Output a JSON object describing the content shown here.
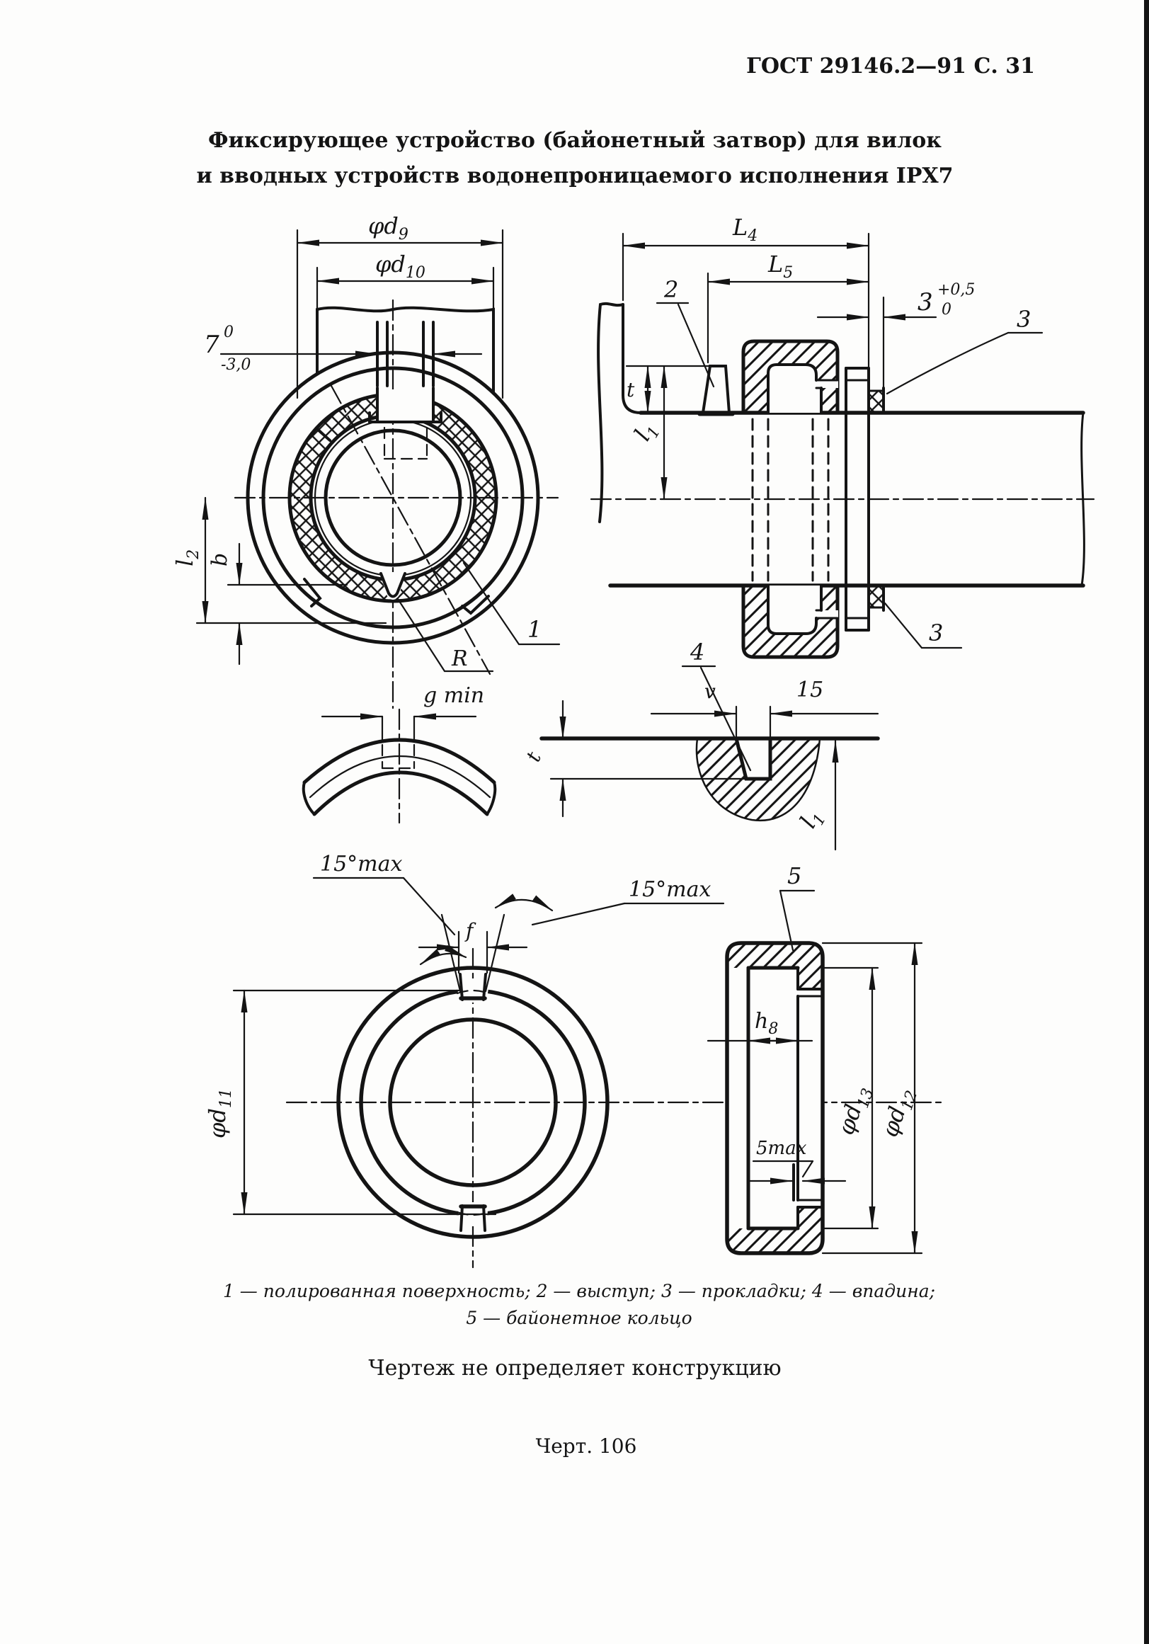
{
  "page": {
    "header": "ГОСТ 29146.2—91   С. 31",
    "title_line1": "Фиксирующее устройство (байонетный затвор) для вилок",
    "title_line2": "и вводных устройств водонепроницаемого исполнения IPX7",
    "note": "Чертеж не определяет конструкцию",
    "figure": "Черт. 106"
  },
  "legend": {
    "line1": "1 — полированная поверхность; 2 — выступ; 3 — прокладки; 4 — впадина;",
    "line2": "5 — байонетное кольцо"
  },
  "leftview": {
    "d9_base": "φd",
    "d9_sub": "9",
    "d10_base": "φd",
    "d10_sub": "10",
    "tol7_base": "7",
    "tol7_sup": "0",
    "tol7_sub": "-3,0",
    "l2_base": "l",
    "l2_sub": "2",
    "b": "b",
    "R": "R",
    "c1": "1",
    "gmin": "g min"
  },
  "section": {
    "L4_base": "L",
    "L4_sub": "4",
    "L5_base": "L",
    "L5_sub": "5",
    "tol3_base": "3",
    "tol3_sup": "+0,5",
    "tol3_sub": "0",
    "c2": "2",
    "c3_top": "3",
    "c3_bottom": "3",
    "t": "t",
    "l1_base": "l",
    "l1_sub": "1"
  },
  "groove": {
    "c4": "4",
    "v": "v",
    "n15": "15",
    "t": "t",
    "l1_base": "l",
    "l1_sub": "1"
  },
  "ring": {
    "angle_left": "15°max",
    "angle_right": "15°max",
    "f": "f",
    "d11_base": "φd",
    "d11_sub": "11",
    "c5": "5",
    "h8_base": "h",
    "h8_sub": "8",
    "max5": "5max",
    "d13_base": "φd",
    "d13_sub": "13",
    "d12_base": "φd",
    "d12_sub": "12"
  }
}
